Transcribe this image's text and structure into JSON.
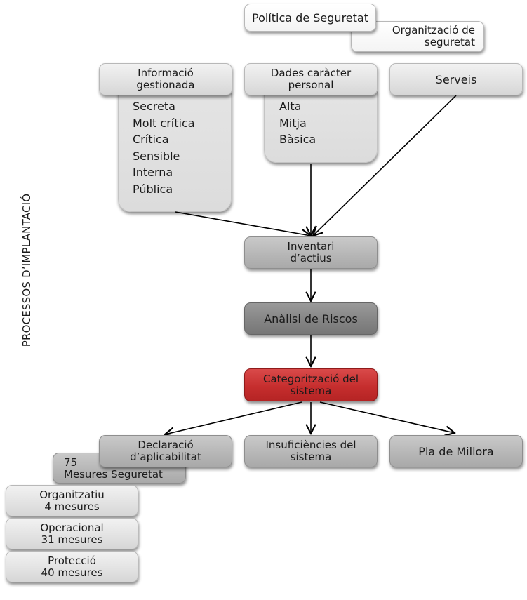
{
  "side_label": "PROCESSOS D’IMPLANTACIÓ",
  "top": {
    "policy": "Política de Seguretat",
    "organization": [
      "Organització de",
      "seguretat"
    ]
  },
  "sources": {
    "info": {
      "title": [
        "Informació",
        "gestionada"
      ],
      "items": [
        "Secreta",
        "Molt crítica",
        "Crítica",
        "Sensible",
        "Interna",
        "Pública"
      ]
    },
    "personal": {
      "title": [
        "Dades caràcter",
        "personal"
      ],
      "items": [
        "Alta",
        "Mitja",
        "Bàsica"
      ]
    },
    "services": {
      "title": "Serveis"
    }
  },
  "flow": {
    "inventory": [
      "Inventari",
      "d’actius"
    ],
    "risk": "Anàlisi de Riscos",
    "categorization": [
      "Categorització del",
      "sistema"
    ]
  },
  "outputs": {
    "applicability": [
      "Declaració",
      "d’aplicabilitat"
    ],
    "insufficiencies": [
      "Insuficiències del",
      "sistema"
    ],
    "improvement": "Pla de Millora"
  },
  "measures": {
    "total": [
      "75",
      "Mesures Seguretat"
    ],
    "groups": [
      {
        "name": "Organitzatiu",
        "count": "4 mesures"
      },
      {
        "name": "Operacional",
        "count": "31 mesures"
      },
      {
        "name": "Protecció",
        "count": "40 mesures"
      }
    ]
  },
  "colors": {
    "highlight": "#c62e2e",
    "dark": "#858585",
    "mid": "#b7b7b7",
    "light": "#e3e3e3"
  }
}
